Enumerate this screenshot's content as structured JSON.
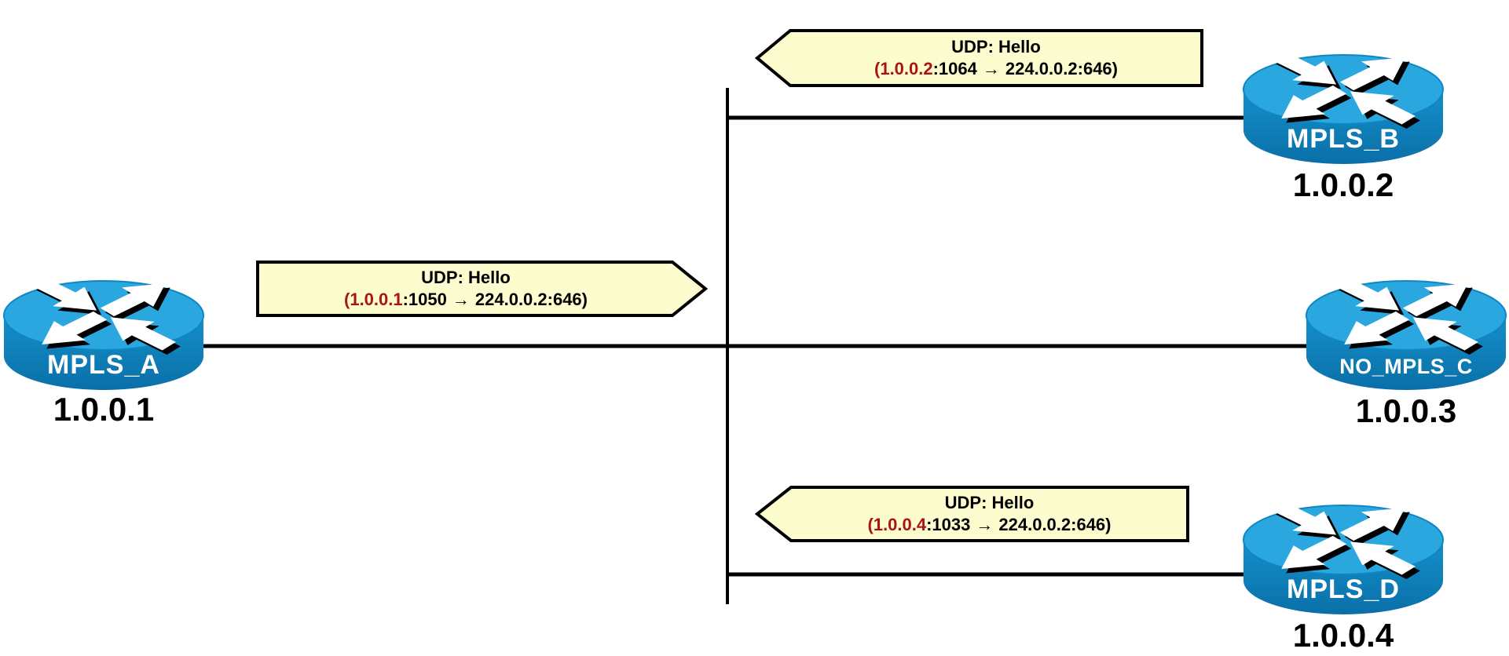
{
  "colors": {
    "banner-fill": "#FCFCCE",
    "banner-border": "#000000",
    "source-ip-red": "#AA1414",
    "wire": "#000000",
    "router-top": "#2BA7DF",
    "router-side": "#0F86C4",
    "router-label": "#FFFFFF",
    "ip-label": "#000000"
  },
  "routers": [
    {
      "name": "MPLS_A",
      "ip": "1.0.0.1"
    },
    {
      "name": "MPLS_B",
      "ip": "1.0.0.2"
    },
    {
      "name": "NO_MPLS_C",
      "ip": "1.0.0.3"
    },
    {
      "name": "MPLS_D",
      "ip": "1.0.0.4"
    }
  ],
  "messages": [
    {
      "from": "MPLS_A",
      "direction": "right",
      "title": "UDP: Hello",
      "open": "(",
      "src_ip": "1.0.0.1",
      "src_port": ":1050",
      "arrow": "→",
      "dst": "224.0.0.2:646)"
    },
    {
      "from": "MPLS_B",
      "direction": "left",
      "title": "UDP: Hello",
      "open": "(",
      "src_ip": "1.0.0.2",
      "src_port": ":1064",
      "arrow": "→",
      "dst": "224.0.0.2:646)"
    },
    {
      "from": "MPLS_D",
      "direction": "left",
      "title": "UDP: Hello",
      "open": "(",
      "src_ip": "1.0.0.4",
      "src_port": ":1033",
      "arrow": "→",
      "dst": "224.0.0.2:646)"
    }
  ]
}
